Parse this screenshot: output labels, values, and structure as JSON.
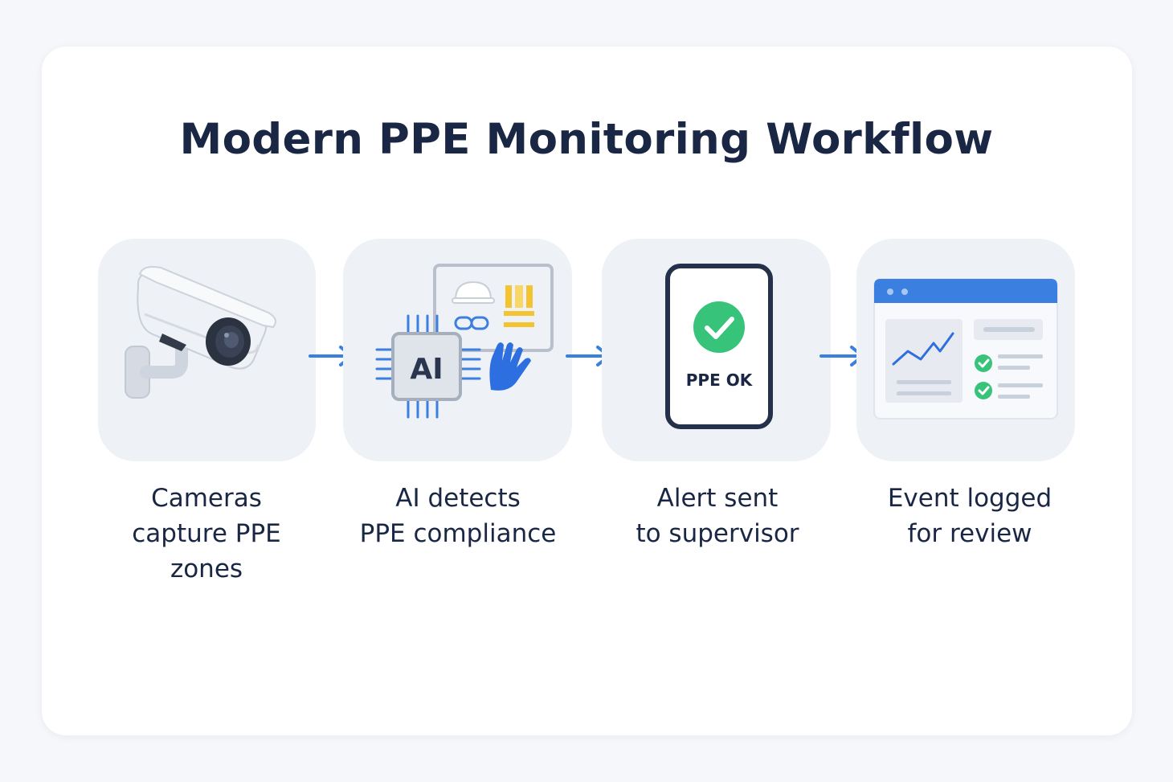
{
  "title": "Modern PPE Monitoring Workflow",
  "colors": {
    "accent_blue": "#3b7fe0",
    "dark_navy": "#1a2744",
    "success_green": "#37c37a",
    "ppe_yellow": "#f4c430",
    "tile_bg": "#eef1f5"
  },
  "steps": [
    {
      "icon": "security-camera-icon",
      "label_lines": [
        "Cameras",
        "capture PPE",
        "zones"
      ]
    },
    {
      "icon": "ai-chip-icon",
      "chip_text": "AI",
      "label_lines": [
        "AI detects",
        "PPE compliance"
      ]
    },
    {
      "icon": "phone-alert-icon",
      "phone_text": "PPE OK",
      "label_lines": [
        "Alert sent",
        "to supervisor"
      ]
    },
    {
      "icon": "dashboard-log-icon",
      "label_lines": [
        "Event logged",
        "for review"
      ]
    }
  ]
}
